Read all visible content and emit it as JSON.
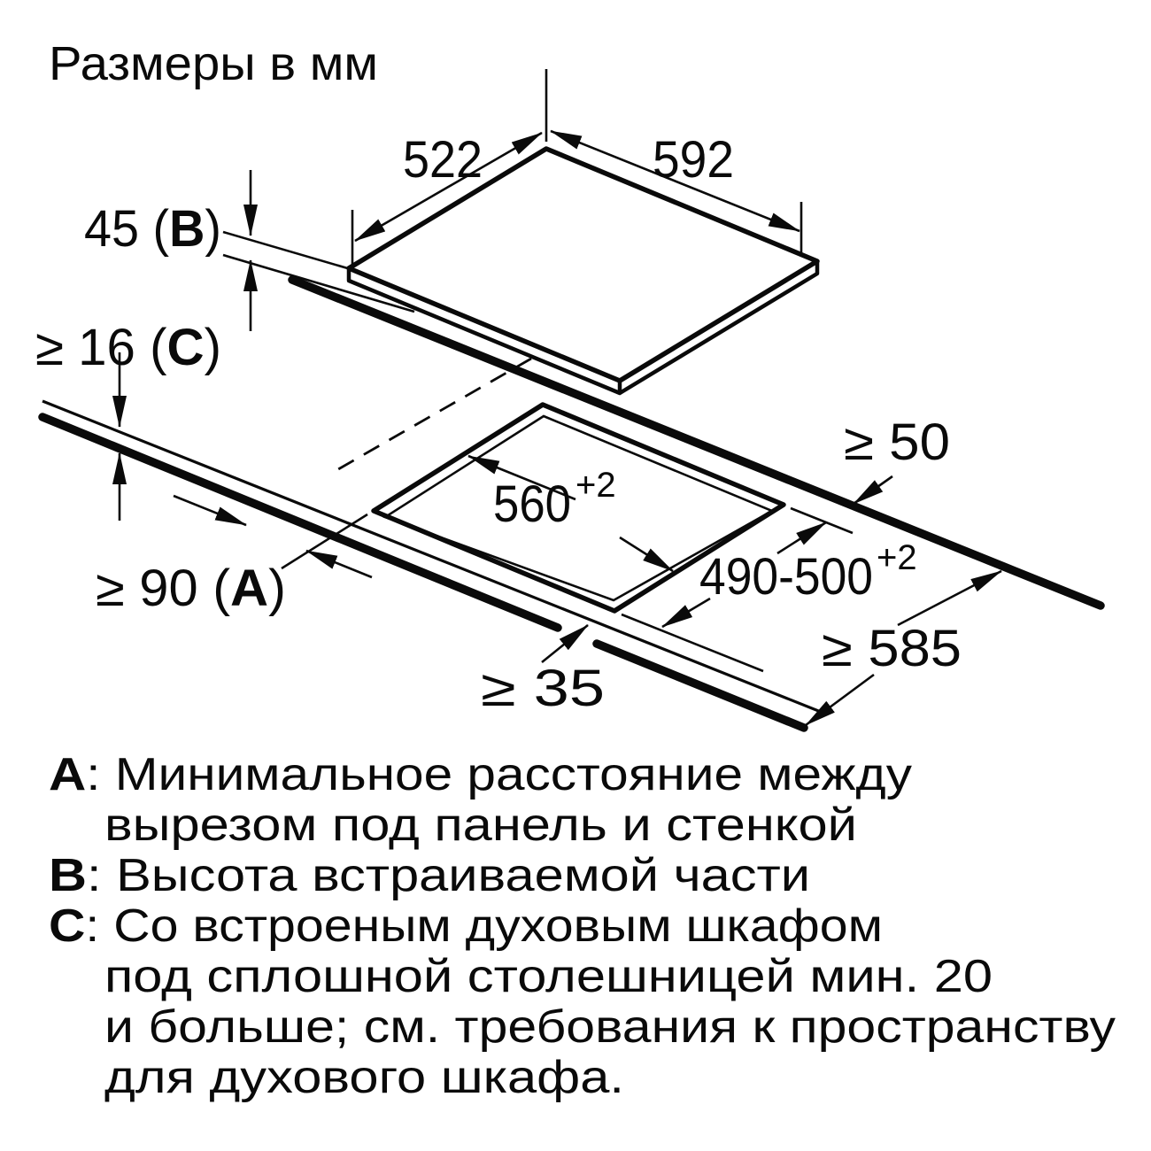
{
  "title": "Размеры в мм",
  "dims": {
    "d522": "522",
    "d592": "592",
    "d45_pre": "45 (",
    "d45_letter": "B",
    "d45_post": ")",
    "d16_pre": "≥ 16 (",
    "d16_letter": "C",
    "d16_post": ")",
    "d90_pre": "≥ 90 (",
    "d90_letter": "A",
    "d90_post": ")",
    "d560": "560",
    "d560_sup": "+2",
    "d490": "490-500",
    "d490_sup": "+2",
    "d50": "≥ 50",
    "d585": "≥ 585",
    "d35": "≥ 35"
  },
  "legend": {
    "a_key": "A",
    "a_rest": ": Минимальное расстояние между",
    "a_cont": "вырезом под панель и стенкой",
    "b_key": "B",
    "b_rest": ": Высота встраиваемой части",
    "c_key": "C",
    "c_rest": ": Со встроеным духовым шкафом",
    "c_cont1": "под сплошной столешницей мин. 20",
    "c_cont2": "и больше; см. требования к пространству",
    "c_cont3": "для духового шкафа."
  }
}
